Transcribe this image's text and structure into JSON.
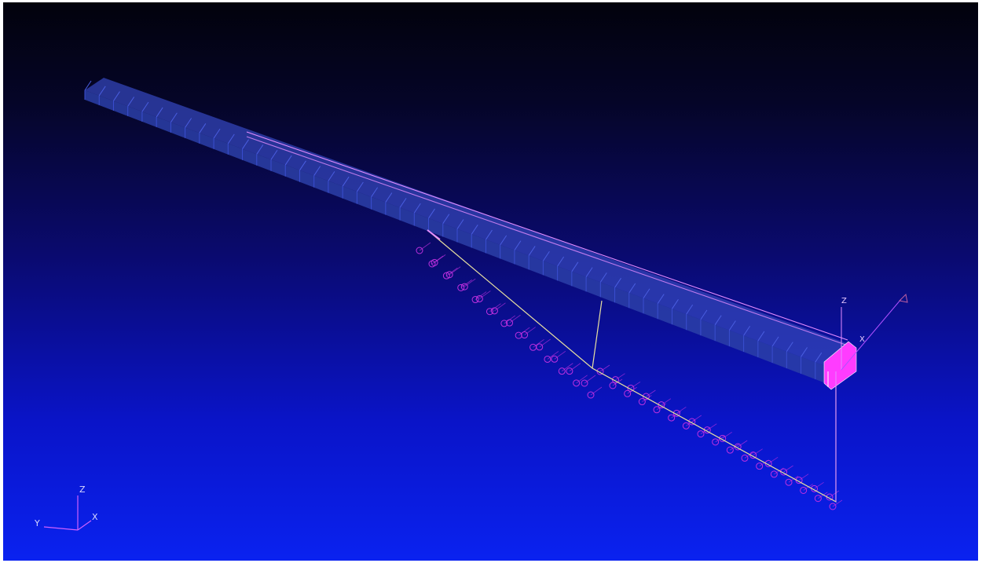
{
  "viewport": {
    "background_top": "#02020c",
    "background_bottom": "#0a22f0"
  },
  "model": {
    "beam_color": "#2b3fa8",
    "beam_edge_color": "#3a4ed0",
    "line_color": "#e58cff",
    "loadline_color": "#e8e0a0",
    "marker_color": "#c030e0",
    "end_block_color": "#ff3cff",
    "local_axis_label_z": "Z",
    "local_axis_label_x": "X"
  },
  "triad": {
    "z_label": "Z",
    "y_label": "Y",
    "x_label": "X",
    "color": "#d060ff"
  }
}
